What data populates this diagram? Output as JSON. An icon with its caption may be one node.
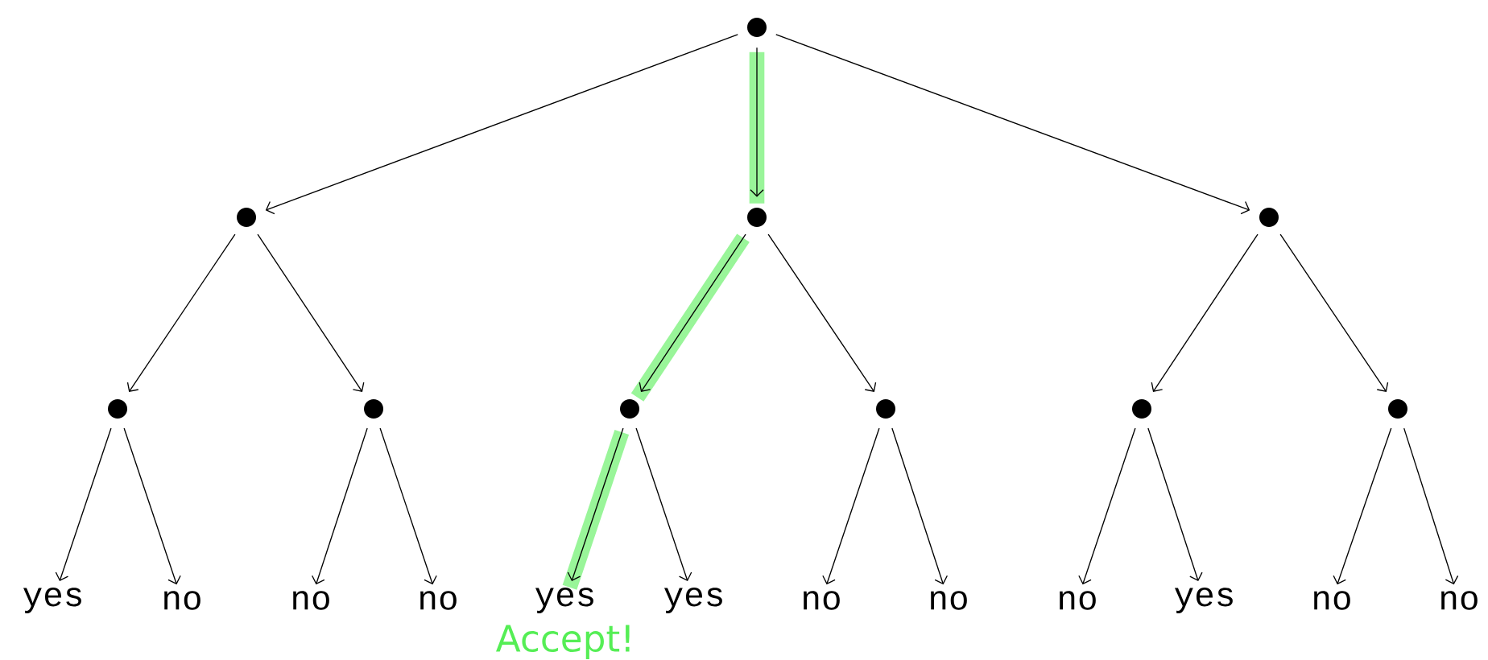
{
  "diagram": {
    "nodes": [
      {
        "text": [],
        "shape": "circle"
      },
      {
        "text": [],
        "shape": "circle"
      },
      {
        "text": [],
        "shape": "circle"
      },
      {
        "text": [],
        "shape": "circle"
      },
      {
        "text": [],
        "shape": "circle"
      },
      {
        "text": [],
        "shape": "circle"
      },
      {
        "text": [],
        "shape": "circle"
      },
      {
        "text": [],
        "shape": "circle"
      },
      {
        "text": [],
        "shape": "circle"
      },
      {
        "text": [],
        "shape": "circle"
      },
      {
        "text": [
          "yes"
        ]
      },
      {
        "text": [
          "no"
        ]
      },
      {
        "text": [
          "no"
        ]
      },
      {
        "text": [
          "no"
        ]
      },
      {
        "text": [
          "yes"
        ],
        "beside": [
          "Accept!"
        ]
      },
      {
        "text": [
          "yes"
        ]
      },
      {
        "text": [
          "no"
        ]
      },
      {
        "text": [
          "no"
        ]
      },
      {
        "text": [
          "no"
        ]
      },
      {
        "text": [
          "yes"
        ]
      },
      {
        "text": [
          "no"
        ]
      },
      {
        "text": [
          "no"
        ]
      }
    ],
    "edges": [
      {
        "from": 0,
        "to": 1,
        "arrow": "to"
      },
      {
        "from": 0,
        "to": 2,
        "arrow": "to",
        "style": "thick",
        "color": "#99f599"
      },
      {
        "from": 0,
        "to": 3,
        "arrow": "to"
      },
      {
        "from": 1,
        "to": 4,
        "arrow": "to"
      },
      {
        "from": 1,
        "to": 5,
        "arrow": "to"
      },
      {
        "from": 2,
        "to": 6,
        "arrow": "to",
        "style": "thick",
        "color": "#99f599"
      },
      {
        "from": 2,
        "to": 7,
        "arrow": "to"
      },
      {
        "from": 3,
        "to": 8,
        "arrow": "to"
      },
      {
        "from": 3,
        "to": 9,
        "arrow": "to"
      },
      {
        "from": 4,
        "to": 10,
        "arrow": "to"
      },
      {
        "from": 4,
        "to": 11,
        "arrow": "to"
      },
      {
        "from": 5,
        "to": 12,
        "arrow": "to"
      },
      {
        "from": 5,
        "to": 13,
        "arrow": "to"
      },
      {
        "from": 6,
        "to": 14,
        "arrow": "to",
        "style": "thick",
        "color": "#99f599"
      },
      {
        "from": 6,
        "to": 15,
        "arrow": "to"
      },
      {
        "from": 7,
        "to": 16,
        "arrow": "to"
      },
      {
        "from": 7,
        "to": 17,
        "arrow": "to"
      },
      {
        "from": 8,
        "to": 18,
        "arrow": "to"
      },
      {
        "from": 8,
        "to": 19,
        "arrow": "to"
      },
      {
        "from": 9,
        "to": 20,
        "arrow": "to"
      },
      {
        "from": 9,
        "to": 21,
        "arrow": "to"
      }
    ]
  }
}
